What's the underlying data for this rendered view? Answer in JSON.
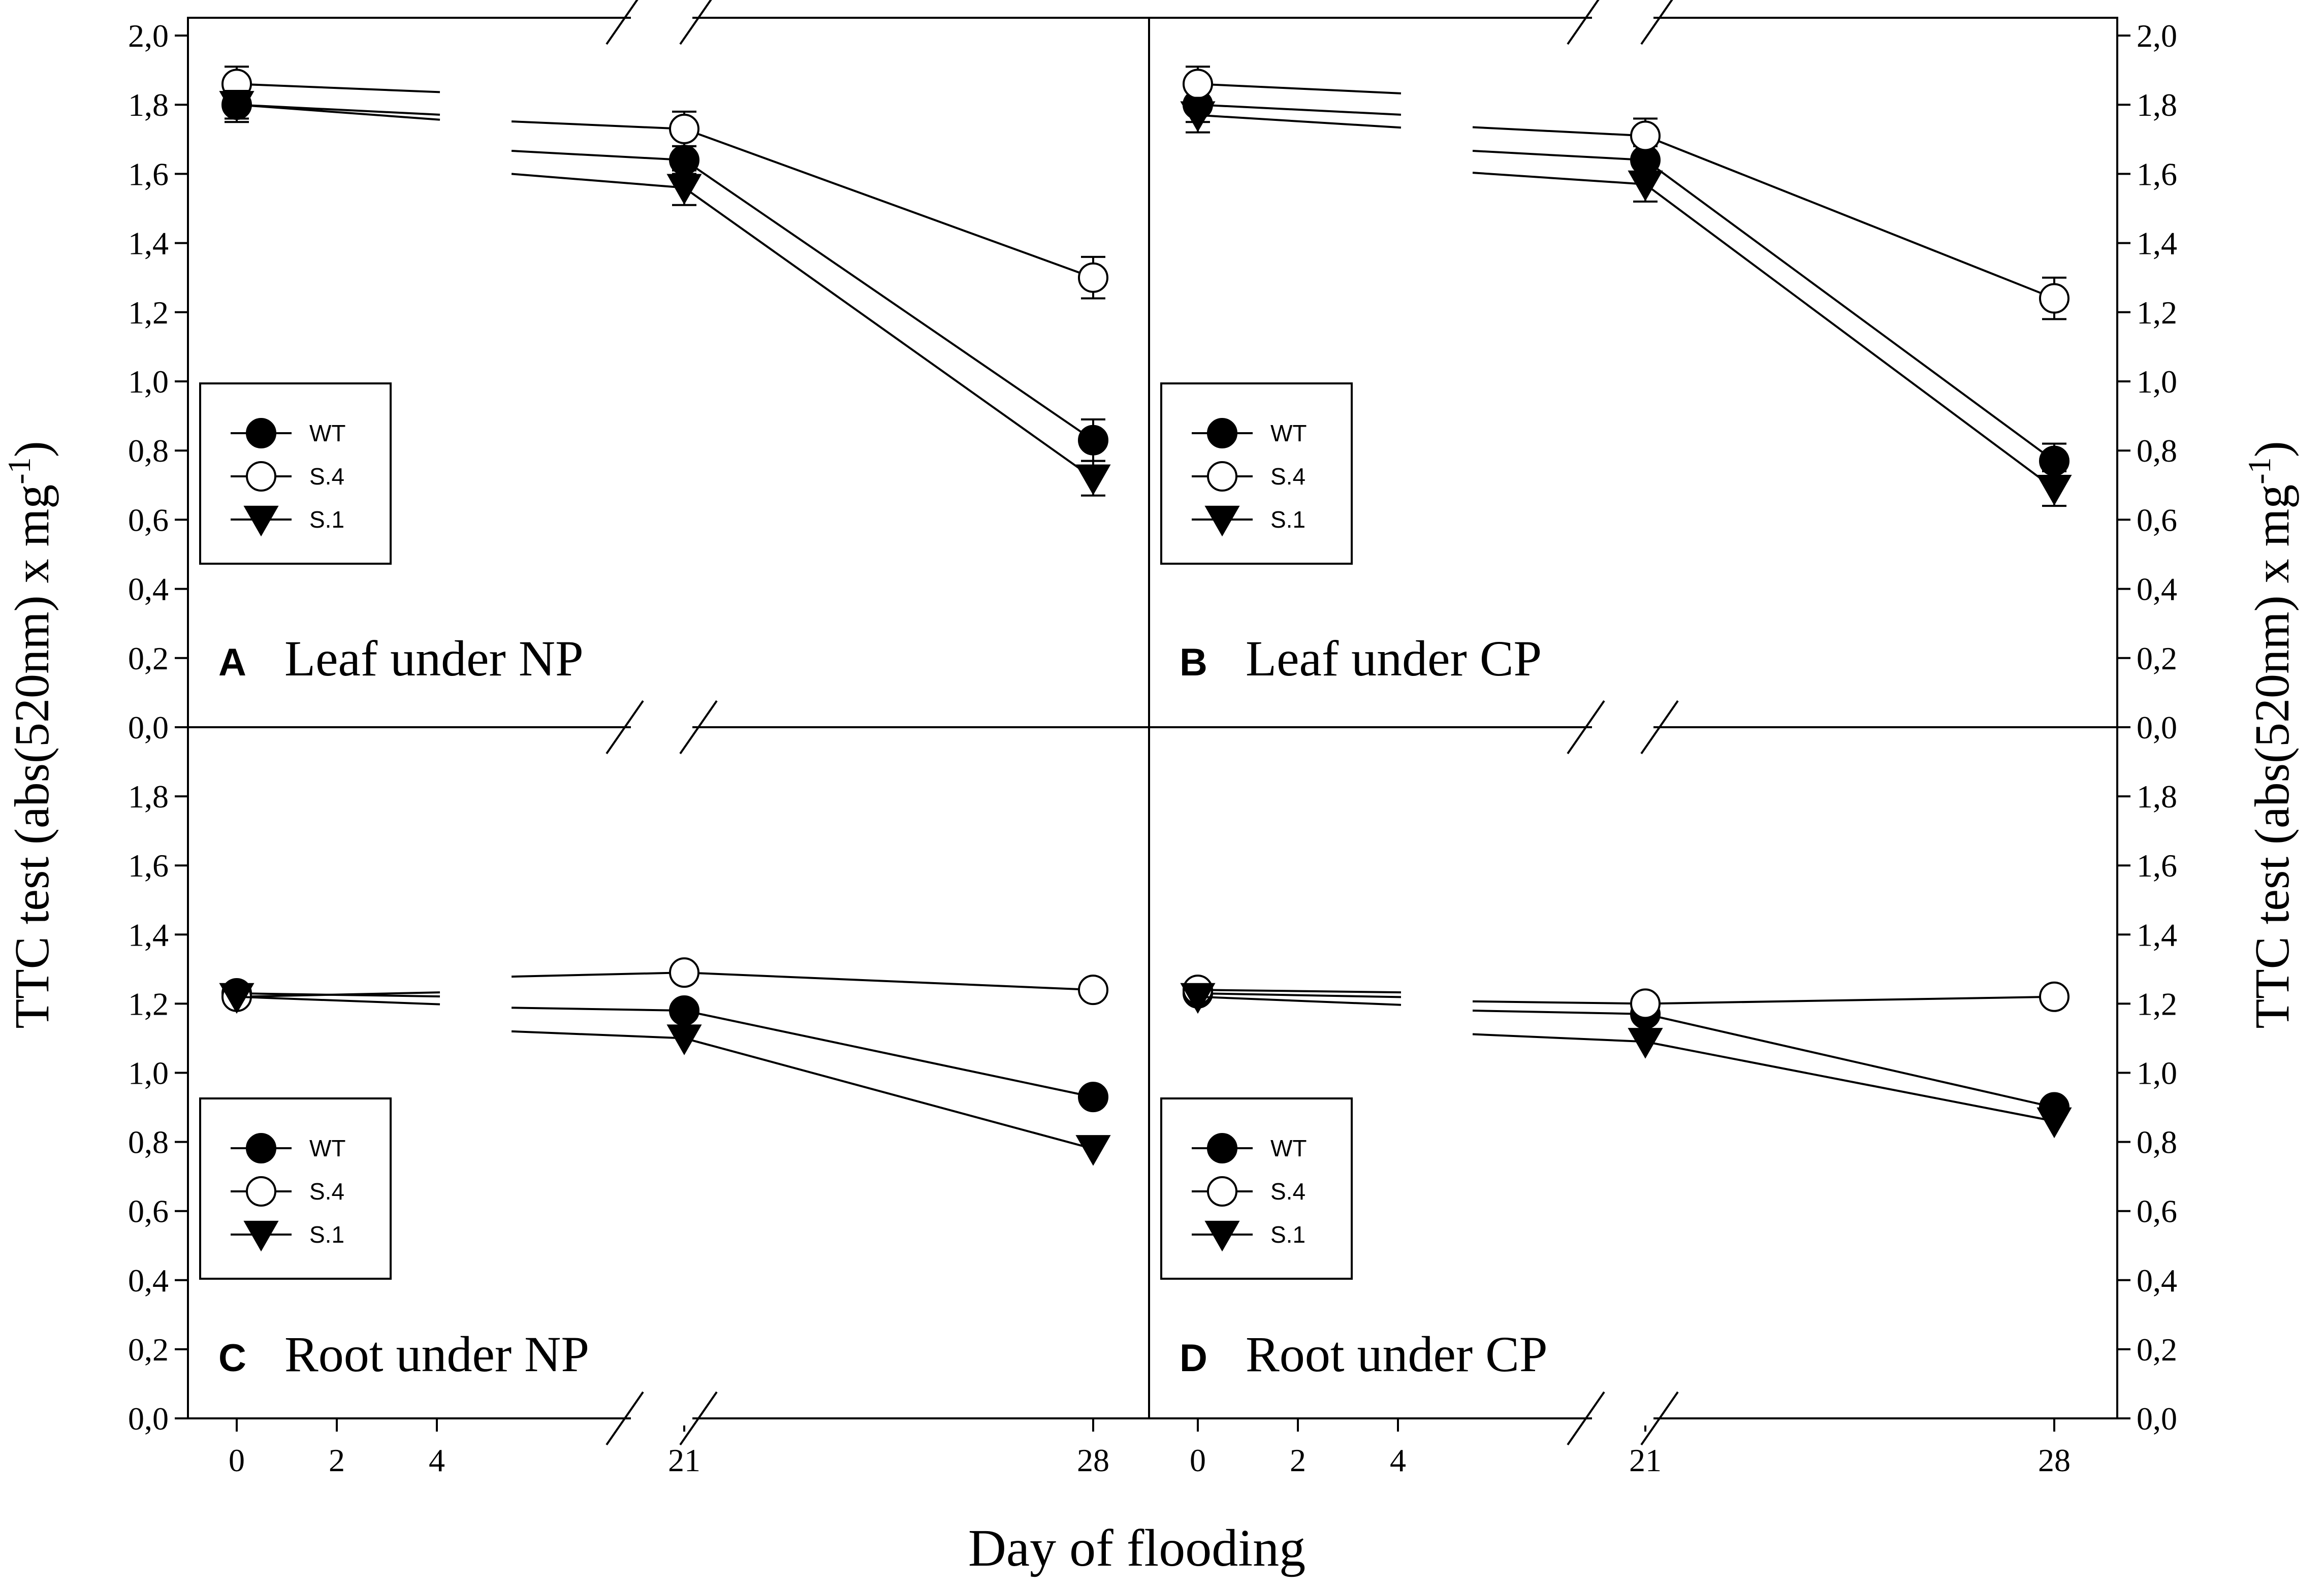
{
  "figure": {
    "ylabel_left": "TTC test (abs(520nm) x mg",
    "ylabel_right": "TTC test (abs(520nm) x mg",
    "ylabel_superscript": "-1",
    "ylabel_close": ")",
    "xlabel": "Day of flooding",
    "x_tick_labels": [
      "0",
      "2",
      "4",
      "21",
      "28"
    ],
    "y_tick_labels": [
      "0,0",
      "0,2",
      "0,4",
      "0,6",
      "0,8",
      "1,0",
      "1,2",
      "1,4",
      "1,6",
      "1,8",
      "2,0"
    ],
    "y_tick_labels_lower": [
      "0,0",
      "0,2",
      "0,4",
      "0,6",
      "0,8",
      "1,0",
      "1,2",
      "1,4",
      "1,6",
      "1,8"
    ],
    "colors": {
      "axis": "#000000",
      "filled": "#000000",
      "open": "#ffffff"
    }
  },
  "chart_data": [
    {
      "type": "line",
      "panel_id": "A",
      "title": "Leaf under NP",
      "x": [
        0,
        21,
        28
      ],
      "xlim": [
        -1,
        30
      ],
      "ylim": [
        0,
        2
      ],
      "grid": false,
      "legend_position": "middle-left",
      "x_axis_break": "between 4 and 21",
      "series": [
        {
          "name": "WT",
          "marker": "filled-circle",
          "values": [
            1.8,
            1.64,
            0.83
          ],
          "errors": [
            0.05,
            0.04,
            0.06
          ]
        },
        {
          "name": "S.4",
          "marker": "open-circle",
          "values": [
            1.86,
            1.73,
            1.3
          ],
          "errors": [
            0.05,
            0.05,
            0.06
          ]
        },
        {
          "name": "S.1",
          "marker": "filled-triangle-down",
          "values": [
            1.8,
            1.56,
            0.72
          ],
          "errors": [
            0.04,
            0.05,
            0.05
          ]
        }
      ]
    },
    {
      "type": "line",
      "panel_id": "B",
      "title": "Leaf under CP",
      "x": [
        0,
        21,
        28
      ],
      "xlim": [
        -1,
        30
      ],
      "ylim": [
        0,
        2
      ],
      "grid": false,
      "legend_position": "middle-left",
      "x_axis_break": "between 4 and 21",
      "series": [
        {
          "name": "WT",
          "marker": "filled-circle",
          "values": [
            1.8,
            1.64,
            0.77
          ],
          "errors": [
            0.05,
            0.04,
            0.05
          ]
        },
        {
          "name": "S.4",
          "marker": "open-circle",
          "values": [
            1.86,
            1.71,
            1.24
          ],
          "errors": [
            0.05,
            0.05,
            0.06
          ]
        },
        {
          "name": "S.1",
          "marker": "filled-triangle-down",
          "values": [
            1.77,
            1.57,
            0.69
          ],
          "errors": [
            0.05,
            0.05,
            0.05
          ]
        }
      ]
    },
    {
      "type": "line",
      "panel_id": "C",
      "title": "Root under NP",
      "x": [
        0,
        21,
        28
      ],
      "xlim": [
        -1,
        30
      ],
      "ylim": [
        0,
        2
      ],
      "grid": false,
      "legend_position": "middle-left",
      "x_axis_break": "between 4 and 21",
      "series": [
        {
          "name": "WT",
          "marker": "filled-circle",
          "values": [
            1.23,
            1.18,
            0.93
          ],
          "errors": [
            0.01,
            0.01,
            0.01
          ]
        },
        {
          "name": "S.4",
          "marker": "open-circle",
          "values": [
            1.22,
            1.29,
            1.24
          ],
          "errors": [
            0.01,
            0.01,
            0.01
          ]
        },
        {
          "name": "S.1",
          "marker": "filled-triangle-down",
          "values": [
            1.22,
            1.1,
            0.78
          ],
          "errors": [
            0.01,
            0.01,
            0.01
          ]
        }
      ]
    },
    {
      "type": "line",
      "panel_id": "D",
      "title": "Root under CP",
      "x": [
        0,
        21,
        28
      ],
      "xlim": [
        -1,
        30
      ],
      "ylim": [
        0,
        2
      ],
      "grid": false,
      "legend_position": "middle-left",
      "x_axis_break": "between 4 and 21",
      "series": [
        {
          "name": "WT",
          "marker": "filled-circle",
          "values": [
            1.23,
            1.17,
            0.9
          ],
          "errors": [
            0.01,
            0.01,
            0.01
          ]
        },
        {
          "name": "S.4",
          "marker": "open-circle",
          "values": [
            1.24,
            1.2,
            1.22
          ],
          "errors": [
            0.01,
            0.01,
            0.01
          ]
        },
        {
          "name": "S.1",
          "marker": "filled-triangle-down",
          "values": [
            1.22,
            1.09,
            0.86
          ],
          "errors": [
            0.01,
            0.01,
            0.01
          ]
        }
      ]
    }
  ]
}
